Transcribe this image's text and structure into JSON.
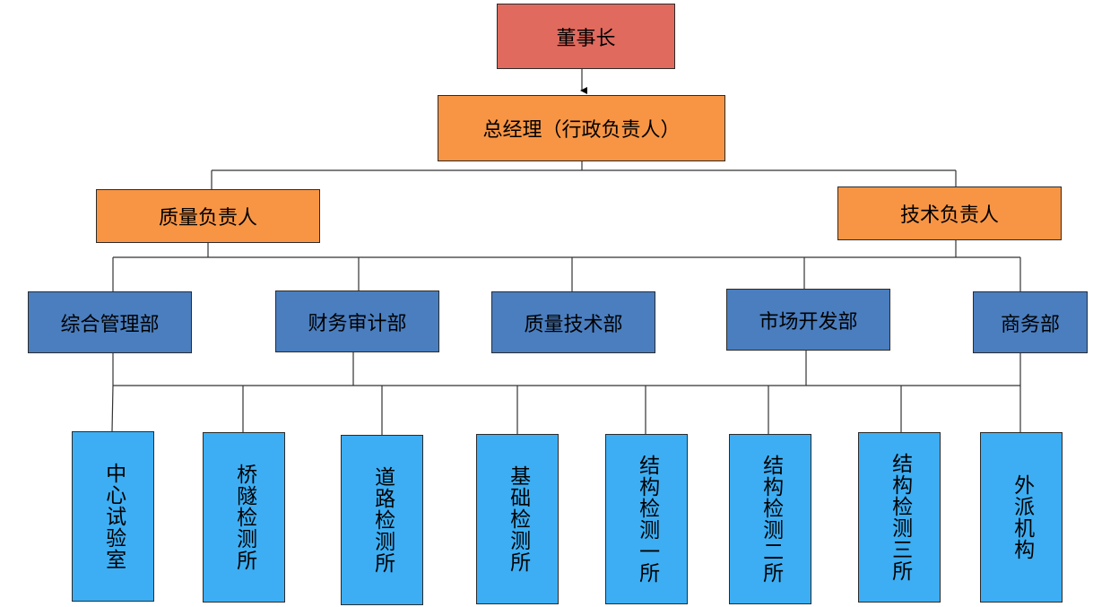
{
  "chairman": "董事长",
  "general_manager": "总经理（行政负责人）",
  "quality_head": "质量负责人",
  "tech_head": "技术负责人",
  "departments": [
    "综合管理部",
    "财务审计部",
    "质量技术部",
    "市场开发部",
    "商务部"
  ],
  "units": [
    "中心试验室",
    "桥隧检测所",
    "道路检测所",
    "基础检测所",
    "结构检测一所",
    "结构检测二所",
    "结构检测三所",
    "外派机构"
  ],
  "colors": {
    "chairman": "#e06a5e",
    "managers": "#f79545",
    "departments": "#4a7ebf",
    "units": "#3daef3"
  }
}
